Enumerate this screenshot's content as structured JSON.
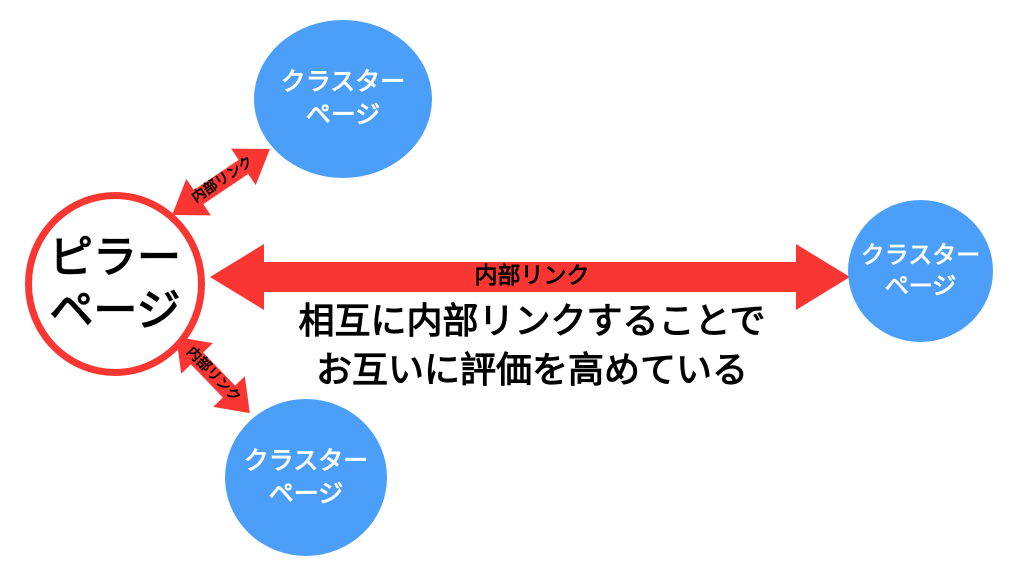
{
  "pillar": {
    "line1": "ピラー",
    "line2": "ページ"
  },
  "clusters": {
    "top": {
      "line1": "クラスター",
      "line2": "ページ"
    },
    "right": {
      "line1": "クラスター",
      "line2": "ページ"
    },
    "bottom": {
      "line1": "クラスター",
      "line2": "ページ"
    }
  },
  "arrows": {
    "main": {
      "label": "内部リンク"
    },
    "top": {
      "label": "内部リンク"
    },
    "bottom": {
      "label": "内部リンク"
    }
  },
  "caption": {
    "line1": "相互に内部リンクすることで",
    "line2": "お互いに評価を高めている"
  },
  "colors": {
    "red": "#FA3632",
    "blue": "#4B9FF8",
    "text": "#000000",
    "circle_text": "#FFFFFF",
    "background": "#FFFFFF"
  }
}
